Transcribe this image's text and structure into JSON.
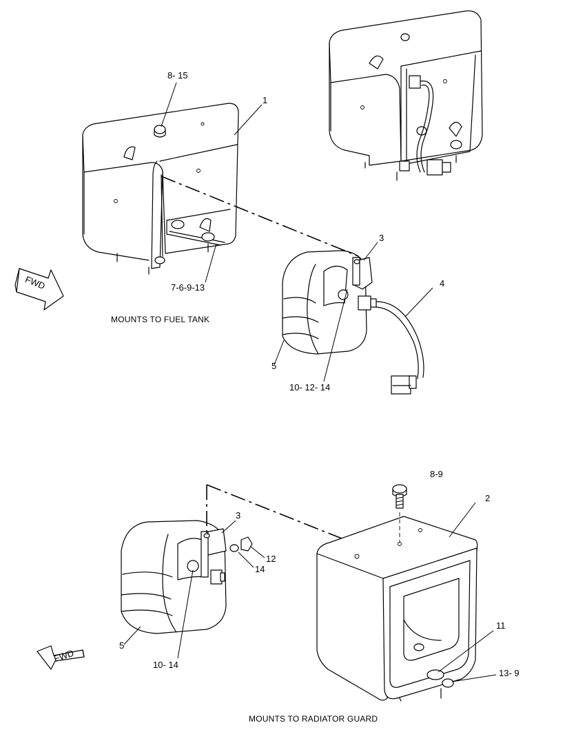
{
  "captions": {
    "top": "MOUNTS TO FUEL TANK",
    "bottom": "MOUNTS TO RADIATOR GUARD"
  },
  "fwd_label": "FWD",
  "callouts": {
    "c_8_15": "8- 15",
    "c_1": "1",
    "c_7_6_9_13": "7-6-9-13",
    "c_3_top": "3",
    "c_4": "4",
    "c_5_top": "5",
    "c_10_12_14": "10- 12- 14",
    "c_8_9": "8-9",
    "c_2": "2",
    "c_3_bottom": "3",
    "c_12": "12",
    "c_14": "14",
    "c_5_bottom": "5",
    "c_10_14": "10- 14",
    "c_11": "11",
    "c_13_9": "13- 9"
  }
}
